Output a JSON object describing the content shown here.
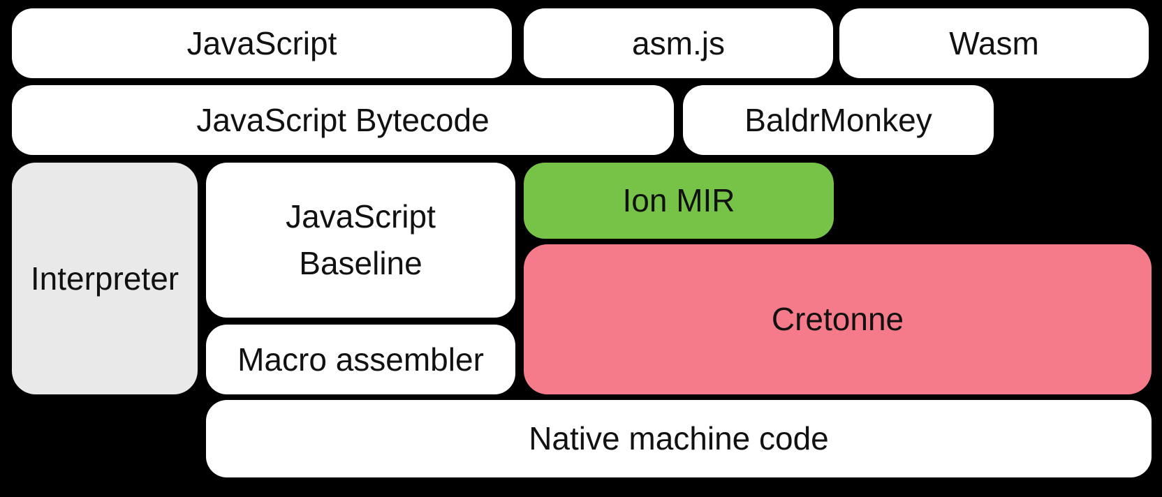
{
  "diagram": {
    "background": "#000000",
    "text_color": "#111111",
    "colors": {
      "default_box": "#ffffff",
      "interpreter": "#e9e9e9",
      "ion_mir": "#76c348",
      "cretonne": "#f67b8a"
    },
    "boxes": {
      "javascript": {
        "label": "JavaScript"
      },
      "asmjs": {
        "label": "asm.js"
      },
      "wasm": {
        "label": "Wasm"
      },
      "bytecode": {
        "label": "JavaScript Bytecode"
      },
      "baldrmonkey": {
        "label": "BaldrMonkey"
      },
      "interpreter": {
        "label": "Interpreter"
      },
      "baseline": {
        "label": "JavaScript Baseline"
      },
      "ionmir": {
        "label": "Ion MIR"
      },
      "cretonne": {
        "label": "Cretonne"
      },
      "macroasm": {
        "label": "Macro assembler"
      },
      "native": {
        "label": "Native machine code"
      }
    }
  }
}
